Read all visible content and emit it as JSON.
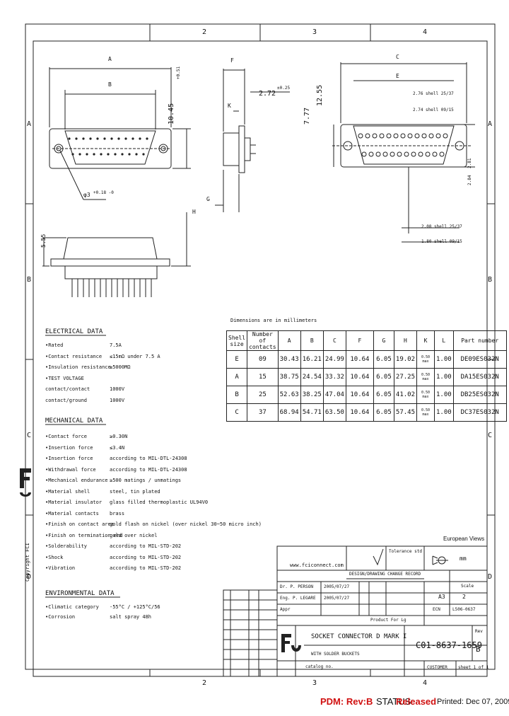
{
  "zones": {
    "top": [
      "2",
      "3",
      "4"
    ],
    "bottom": [
      "2",
      "3",
      "4"
    ],
    "left": [
      "A",
      "B",
      "C",
      "D"
    ],
    "right": [
      "A",
      "B",
      "C",
      "D"
    ]
  },
  "drawing": {
    "dim_a": "A",
    "dim_b": "B",
    "dim_f": "F",
    "dim_k": "K",
    "dim_g": "G",
    "dim_c": "C",
    "dim_e": "E",
    "dim_h": "H",
    "val_1045": "10.45",
    "tol_1045": "+0.51",
    "val_272": "2.72",
    "tol_272": "±0.25",
    "val_777": "7.77",
    "val_1255": "12.55",
    "val_555": "5.55",
    "phi3": "φ3",
    "phi3_tol": "+0.18 -0",
    "val_276": "2.76 shell 25/37",
    "val_274": "2.74 shell 09/15",
    "val_208": "2.08 shell 25/37",
    "val_180": "1.80 shell 09/15",
    "val_284": "2.84",
    "val_281": "2.81"
  },
  "dim_note": "Dimensions are in millimeters",
  "dim_table": {
    "headers": [
      "Shell size",
      "Number of contacts",
      "A",
      "B",
      "C",
      "F",
      "G",
      "H",
      "K",
      "L",
      "Part number"
    ],
    "rows": [
      [
        "E",
        "09",
        "30.43",
        "16.21",
        "24.99",
        "10.64",
        "6.05",
        "19.02",
        "0.50 max",
        "1.00",
        "DE09ES032N"
      ],
      [
        "A",
        "15",
        "38.75",
        "24.54",
        "33.32",
        "10.64",
        "6.05",
        "27.25",
        "0.50 max",
        "1.00",
        "DA15ES032N"
      ],
      [
        "B",
        "25",
        "52.63",
        "38.25",
        "47.04",
        "10.64",
        "6.05",
        "41.02",
        "0.50 max",
        "1.00",
        "DB25ES032N"
      ],
      [
        "C",
        "37",
        "68.94",
        "54.71",
        "63.50",
        "10.64",
        "6.05",
        "57.45",
        "0.50 max",
        "1.00",
        "DC37ES032N"
      ]
    ]
  },
  "specs": {
    "electrical_title": "ELECTRICAL DATA",
    "electrical": [
      [
        "•Rated",
        "7.5A"
      ],
      [
        "•Contact resistance",
        "≤15mΩ under 7.5 A"
      ],
      [
        "•Insulation resistance",
        "≥5000MΩ"
      ],
      [
        "•TEST VOLTAGE",
        ""
      ],
      [
        "contact/contact",
        "1000V"
      ],
      [
        "contact/ground",
        "1000V"
      ]
    ],
    "mechanical_title": "MECHANICAL DATA",
    "mechanical": [
      [
        "•Contact force",
        "≥0.30N"
      ],
      [
        "•Insertion force",
        "≤3.4N"
      ],
      [
        "•Insertion force",
        "according to MIL-DTL-24308"
      ],
      [
        "•Withdrawal force",
        "according to MIL-DTL-24308"
      ],
      [
        "•Mechanical endurance",
        "≥500 matings / unmatings"
      ],
      [
        "•Material shell",
        "steel, tin plated"
      ],
      [
        "•Material insulator",
        "glass filled thermoplastic UL94V0"
      ],
      [
        "•Material contacts",
        "brass"
      ],
      [
        "•Finish on contact area",
        "gold flash on nickel (over nickel 30~50 micro inch)"
      ],
      [
        "•Finish on termination end",
        "gold over nickel"
      ],
      [
        "•Solderability",
        "according to MIL-STD-202"
      ],
      [
        "•Shock",
        "according to MIL-STD-202"
      ],
      [
        "•Vibration",
        "according to MIL-STD-202"
      ]
    ],
    "environmental_title": "ENVIRONMENTAL DATA",
    "environmental": [
      [
        "•Climatic category",
        "-55°C / +125°C/56"
      ],
      [
        "•Corrosion",
        "salt spray 48h"
      ]
    ]
  },
  "title_block": {
    "views": "European Views",
    "website": "www.fciconnect.com",
    "tolerance_label": "Tolerance std",
    "units": "mm",
    "supersede": "DESIGN/DRAWING CHANGE RECORD",
    "drawn_by": "Dr. P. PERSON",
    "drawn_date": "2005/07/27",
    "checked_by": "Eng. P. LEGARE",
    "checked_date": "2005/07/27",
    "approved_label": "Appr",
    "scale_label": "Scale",
    "size_value": "A3",
    "scale_value": "2",
    "ecn_label": "ECN",
    "ecn_value": "L506-0637",
    "product_for": "Product For Lg",
    "title_line1": "SOCKET CONNECTOR D MARK I",
    "title_line2": "WITH SOLDER BUCKETS",
    "catalog": "catalog no.",
    "part_number": "C01-8637-1659",
    "rev_label": "Rev",
    "rev_value": "B",
    "customer": "CUSTOMER",
    "sheet": "sheet 1 of 1",
    "copyright": "Copyright FCI"
  },
  "status_bar": {
    "pdm": "PDM: Rev:B",
    "status_label": "STATUS:",
    "status_value": "Released",
    "printed": "Printed: Dec 07, 2009"
  }
}
